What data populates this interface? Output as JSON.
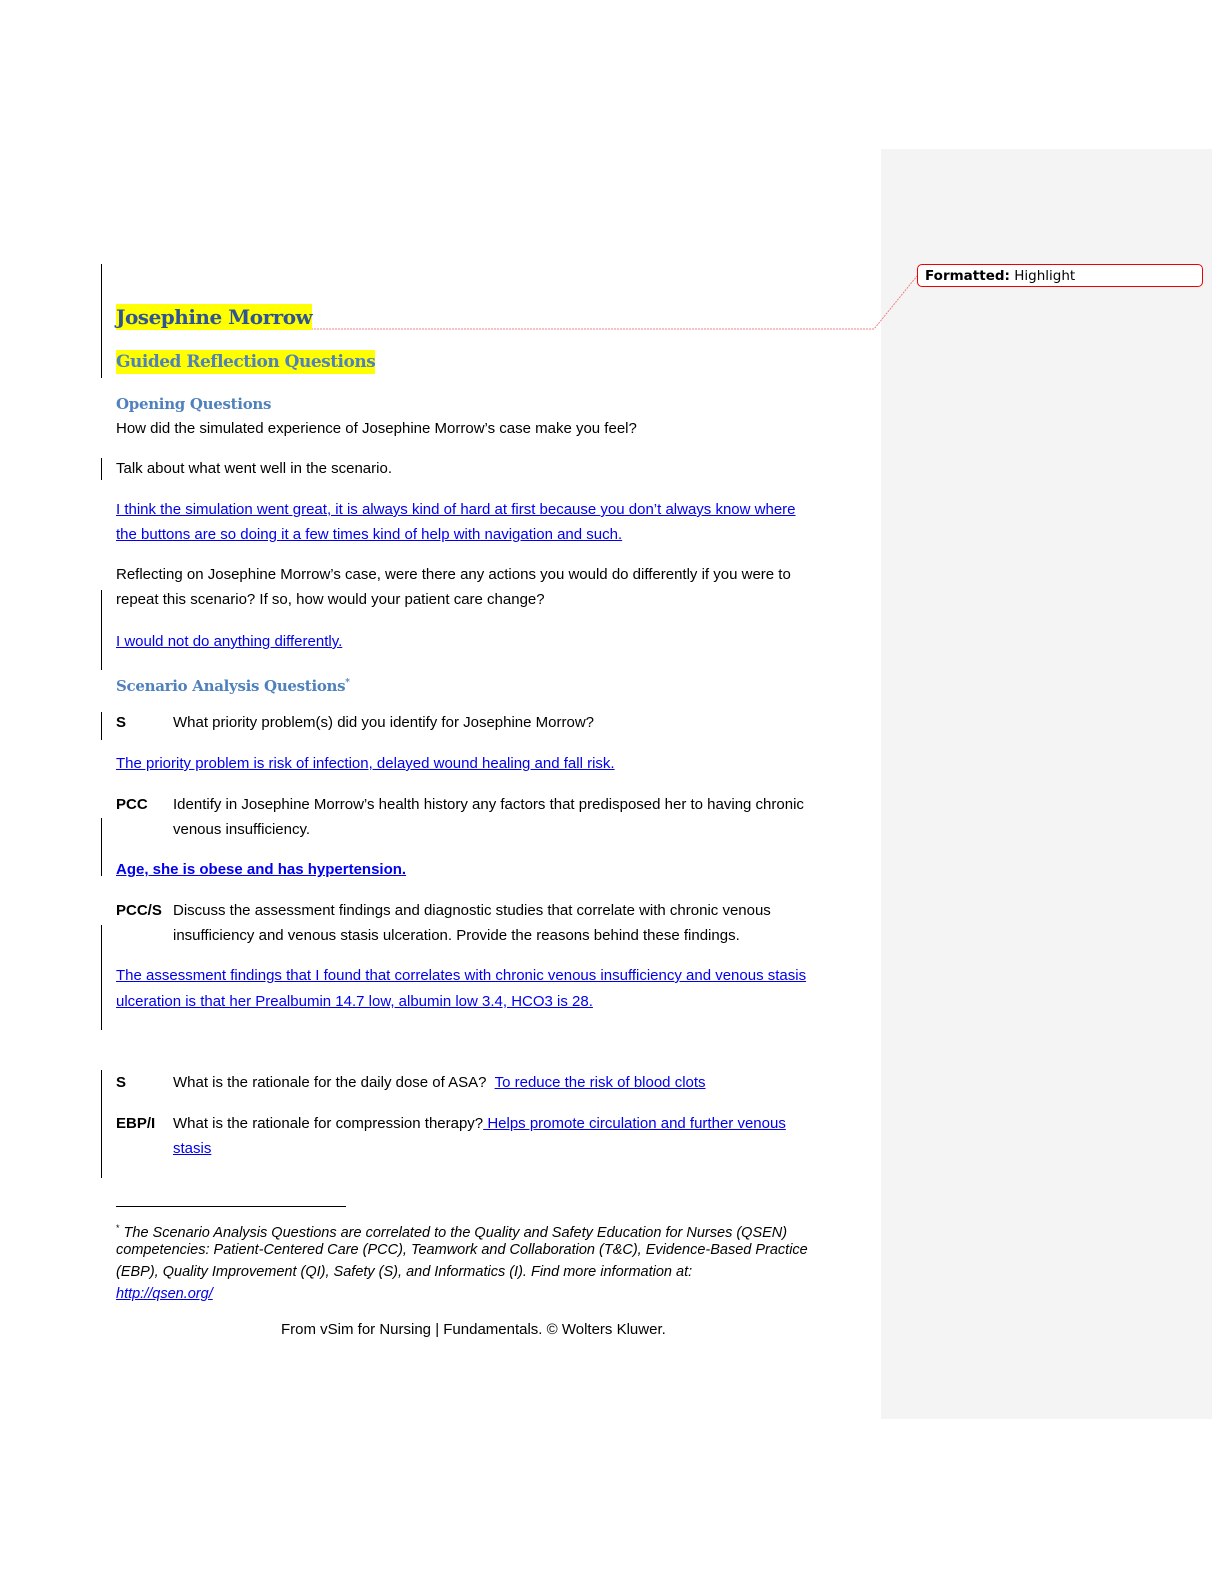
{
  "balloon": {
    "label": "Formatted:",
    "value": "Highlight"
  },
  "title": "Josephine Morrow",
  "subtitle": "Guided Reflection Questions",
  "opening": {
    "heading": "Opening Questions",
    "q1": "How did the simulated experience of Josephine Morrow’s case make you feel?",
    "q2": "Talk about what went well in the scenario.",
    "a2": [
      "I think the simulation went great, it is always kind of hard at first because you don’t always know where",
      "the buttons are so doing it a few times kind of help with navigation and such."
    ],
    "q3": [
      "Reflecting on Josephine Morrow’s case, were there any actions you would do differently if you were to",
      "repeat this scenario? If so, how would your patient care change?"
    ],
    "a3": "I would not do anything differently."
  },
  "analysis": {
    "heading": "Scenario Analysis Questions",
    "footnote_mark": "*",
    "items": [
      {
        "tag": "S",
        "q": [
          "What priority problem(s) did you identify for Josephine Morrow?"
        ],
        "a": [
          "The priority problem is risk of infection, delayed wound healing and fall risk."
        ]
      },
      {
        "tag": "PCC",
        "q": [
          "Identify in Josephine Morrow’s health history any factors that predisposed her to having chronic",
          "venous insufficiency."
        ],
        "a": [
          "Age, she is obese and has hypertension."
        ]
      },
      {
        "tag": "PCC/S",
        "q": [
          "Discuss the assessment findings and diagnostic studies that correlate with chronic venous",
          "insufficiency and venous stasis ulceration. Provide the reasons behind these findings."
        ],
        "a": [
          "The assessment findings that I found that correlates with chronic venous insufficiency and venous stasis",
          "ulceration is that her Prealbumin 14.7 low, albumin low 3.4, HCO3 is 28."
        ]
      },
      {
        "tag": "S",
        "q": "What is the rationale for the daily dose of ASA?",
        "a": "To reduce the risk of blood clots"
      },
      {
        "tag": "EBP/I",
        "q": "What is the rationale for compression therapy?",
        "a": [
          " Helps promote circulation and further venous",
          "stasis"
        ]
      }
    ]
  },
  "footnote": {
    "mark": "*",
    "lines": [
      " The Scenario Analysis Questions are correlated to the Quality and Safety Education for Nurses (QSEN)",
      "competencies: Patient-Centered Care (PCC), Teamwork and Collaboration (T&C), Evidence-Based Practice",
      "(EBP), Quality Improvement (QI), Safety (S), and Informatics (I). Find more information at:"
    ],
    "link": "http://qsen.org/"
  },
  "footer": "From vSim for Nursing | Fundamentals. © Wolters Kluwer."
}
